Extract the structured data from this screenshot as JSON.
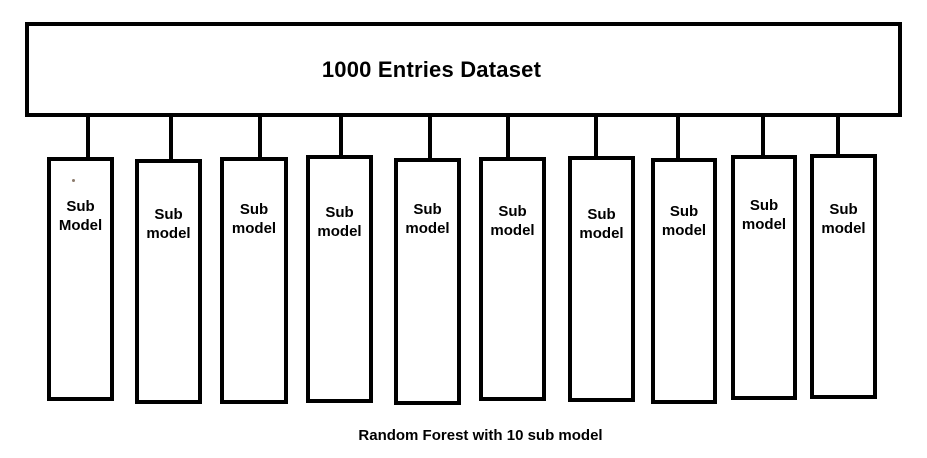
{
  "diagram": {
    "title": "1000 Entries Dataset",
    "caption": "Random Forest with 10 sub model",
    "colors": {
      "line": "#000000",
      "background": "#ffffff",
      "text": "#000000"
    },
    "sub_models": [
      {
        "label": "Sub Model"
      },
      {
        "label": "Sub model"
      },
      {
        "label": "Sub model"
      },
      {
        "label": "Sub model"
      },
      {
        "label": "Sub model"
      },
      {
        "label": "Sub model"
      },
      {
        "label": "Sub model"
      },
      {
        "label": "Sub model"
      },
      {
        "label": "Sub model"
      },
      {
        "label": "Sub model"
      }
    ]
  }
}
